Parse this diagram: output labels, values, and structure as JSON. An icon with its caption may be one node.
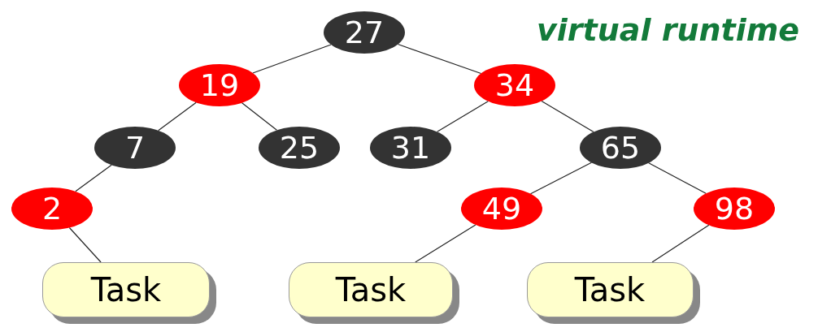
{
  "diagram": {
    "title": "virtual runtime",
    "nodes": [
      {
        "text": [
          "27"
        ]
      },
      {
        "text": [
          "19"
        ]
      },
      {
        "text": [
          "34"
        ]
      },
      {
        "text": [
          "7"
        ]
      },
      {
        "text": [
          "25"
        ]
      },
      {
        "text": [
          "31"
        ]
      },
      {
        "text": [
          "65"
        ]
      },
      {
        "text": [
          "2"
        ]
      },
      {
        "text": [
          "49"
        ]
      },
      {
        "text": [
          "98"
        ]
      },
      {
        "text": [
          "Task"
        ]
      },
      {
        "text": [
          "Task"
        ]
      },
      {
        "text": [
          "Task"
        ]
      }
    ],
    "edges": [
      {
        "from": 0,
        "to": 1,
        "arrow": "none"
      },
      {
        "from": 0,
        "to": 2,
        "arrow": "none"
      },
      {
        "from": 1,
        "to": 3,
        "arrow": "none"
      },
      {
        "from": 1,
        "to": 4,
        "arrow": "none"
      },
      {
        "from": 2,
        "to": 5,
        "arrow": "none"
      },
      {
        "from": 2,
        "to": 6,
        "arrow": "none"
      },
      {
        "from": 3,
        "to": 7,
        "arrow": "none"
      },
      {
        "from": 6,
        "to": 8,
        "arrow": "none"
      },
      {
        "from": 6,
        "to": 9,
        "arrow": "none"
      },
      {
        "from": 7,
        "to": 10,
        "arrow": "none"
      },
      {
        "from": 8,
        "to": 11,
        "arrow": "none"
      },
      {
        "from": 9,
        "to": 12,
        "arrow": "none"
      }
    ]
  }
}
